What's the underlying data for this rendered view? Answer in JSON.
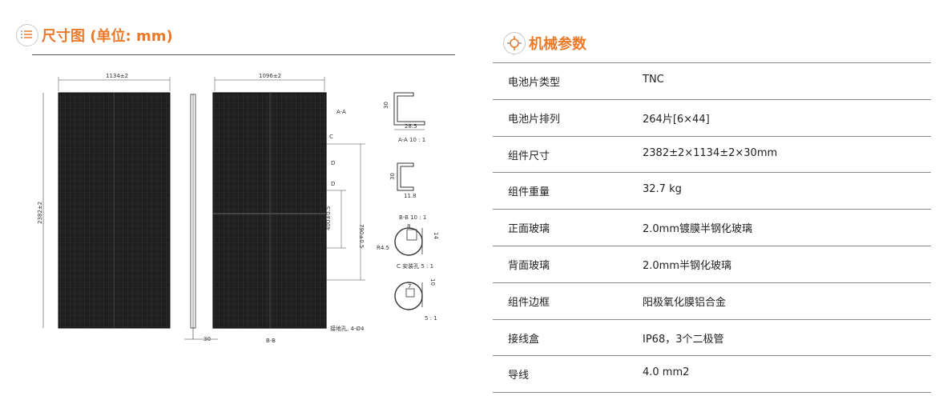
{
  "dimensions_section": {
    "title": "尺寸图 (单位: mm)",
    "icon": "ruler-list-icon",
    "front_view": {
      "width_label": "1134±2",
      "height_label": "2382±2"
    },
    "back_view": {
      "width_label": "1096±2",
      "inner_height_label": "790±0.5",
      "hole_spacing_label": "400±0.5",
      "section_label": "B-B",
      "markers": [
        "A-A",
        "C",
        "D",
        "D"
      ],
      "ground_hole_label": "接地孔, 4-Ø4"
    },
    "side_view": {
      "thickness_label": "30"
    },
    "details": {
      "aa": {
        "height": "30",
        "width": "28.5",
        "caption": "A-A 10 : 1"
      },
      "bb": {
        "height": "30",
        "width": "11.8",
        "caption": "B-B 10 : 1"
      },
      "c": {
        "dim_top": "8",
        "dim_side": "14",
        "dim_radius": "R4.5",
        "caption": "C 安装孔  5 : 1"
      },
      "d": {
        "dim_top": "7",
        "dim_side": "10",
        "caption": "5 : 1"
      }
    }
  },
  "mechanical_section": {
    "title": "机械参数",
    "icon": "gear-tools-icon",
    "rows": [
      {
        "label": "电池片类型",
        "value": "TNC"
      },
      {
        "label": "电池片排列",
        "value": "264片[6×44]"
      },
      {
        "label": "组件尺寸",
        "value": "2382±2×1134±2×30mm"
      },
      {
        "label": "组件重量",
        "value": "32.7 kg"
      },
      {
        "label": "正面玻璃",
        "value": "2.0mm镀膜半钢化玻璃"
      },
      {
        "label": "背面玻璃",
        "value": "2.0mm半钢化玻璃"
      },
      {
        "label": "组件边框",
        "value": "阳极氧化膜铝合金"
      },
      {
        "label": "接线盒",
        "value": "IP68，3个二极管"
      },
      {
        "label": "导线",
        "value": "4.0 mm2"
      }
    ]
  },
  "colors": {
    "accent": "#ea7a2a",
    "panel": "#1f1f1f",
    "rule": "#8a8a8a"
  }
}
